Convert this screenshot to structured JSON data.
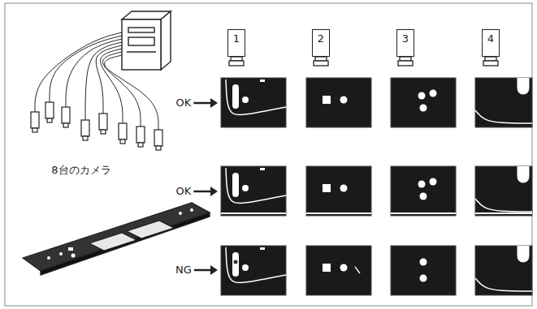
{
  "diagram": {
    "nodes": [
      {
        "text": [
          "1"
        ]
      },
      {
        "text": [
          "2"
        ]
      },
      {
        "text": [
          "3"
        ]
      },
      {
        "text": [
          "4"
        ]
      }
    ],
    "labels": [
      "8台のカメラ",
      "OK",
      "OK",
      "NG"
    ]
  }
}
